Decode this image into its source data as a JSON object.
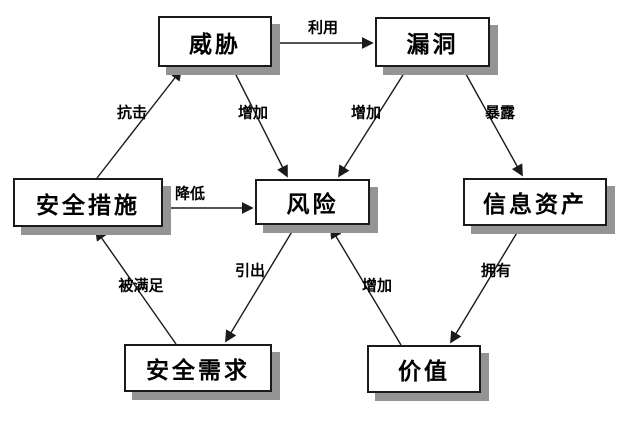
{
  "diagram": {
    "type": "concept-relationship-diagram",
    "nodes": [
      {
        "id": "threat",
        "label": "威胁"
      },
      {
        "id": "vulnerability",
        "label": "漏洞"
      },
      {
        "id": "security-measures",
        "label": "安全措施"
      },
      {
        "id": "risk",
        "label": "风险"
      },
      {
        "id": "information-assets",
        "label": "信息资产"
      },
      {
        "id": "security-requirements",
        "label": "安全需求"
      },
      {
        "id": "value",
        "label": "价值"
      }
    ],
    "edges": [
      {
        "from": "威胁",
        "to": "漏洞",
        "label": "利用"
      },
      {
        "from": "安全措施",
        "to": "威胁",
        "label": "抗击"
      },
      {
        "from": "威胁",
        "to": "风险",
        "label": "增加"
      },
      {
        "from": "漏洞",
        "to": "风险",
        "label": "增加"
      },
      {
        "from": "漏洞",
        "to": "信息资产",
        "label": "暴露"
      },
      {
        "from": "安全措施",
        "to": "风险",
        "label": "降低"
      },
      {
        "from": "安全需求",
        "to": "安全措施",
        "label": "被满足"
      },
      {
        "from": "风险",
        "to": "安全需求",
        "label": "引出"
      },
      {
        "from": "价值",
        "to": "风险",
        "label": "增加"
      },
      {
        "from": "信息资产",
        "to": "价值",
        "label": "拥有"
      }
    ],
    "colors": {
      "background": "#ffffff",
      "box_fill": "#ffffff",
      "box_border": "#1a1a1a",
      "box_shadow": "#949494",
      "line": "#1a1a1a",
      "text": "#000000"
    }
  }
}
